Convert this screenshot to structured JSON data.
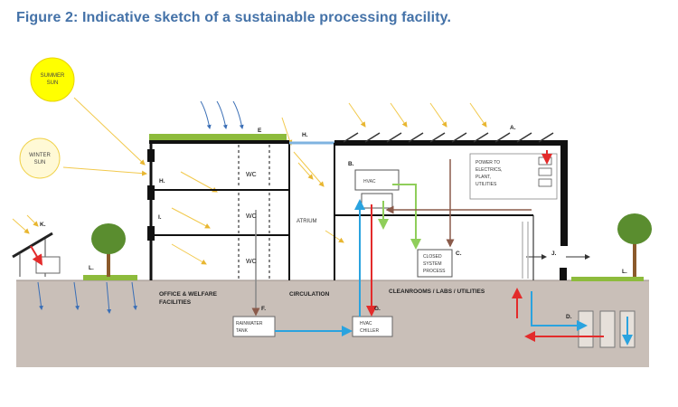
{
  "caption": "Figure 2: Indicative sketch of a sustainable processing facility.",
  "sun": {
    "summer": [
      "SUMMER",
      "SUN"
    ],
    "winter": [
      "WINTER",
      "SUN"
    ]
  },
  "markers": {
    "A": "A.",
    "B": "B.",
    "C": "C.",
    "D": "D.",
    "E": "E",
    "F": "F.",
    "G": "G.",
    "H": "H.",
    "I": "I.",
    "J": "J.",
    "K": "K.",
    "L": "L."
  },
  "rooms": {
    "wc": "WC",
    "atrium": "ATRIUM",
    "hvac": "HVAC",
    "power": [
      "POWER TO",
      "ELECTRICS,",
      "PLANT,",
      "UTILITIES"
    ],
    "closed_process": [
      "CLOSED",
      "SYSTEM",
      "PROCESS"
    ],
    "rainwater_tank": [
      "RAINWATER",
      "TANK"
    ],
    "hvac_chiller": [
      "HVAC",
      "CHILLER"
    ]
  },
  "zones": {
    "office": [
      "OFFICE & WELFARE",
      "FACILITIES"
    ],
    "circulation": "CIRCULATION",
    "cleanrooms": "CLEANROOMS / LABS / UTILITIES"
  },
  "colors": {
    "caption": "#4472a8",
    "structure": "#111111",
    "green_roof": "#8dbb3c",
    "sun_fill": "#ffff00",
    "sun_ray": "#f2c94c",
    "water_blue": "#2aa3df",
    "heat_red": "#e32b2b",
    "flow_green": "#8fce5a",
    "flow_brown": "#8a5a4a",
    "ground": "#c9bfb8"
  }
}
